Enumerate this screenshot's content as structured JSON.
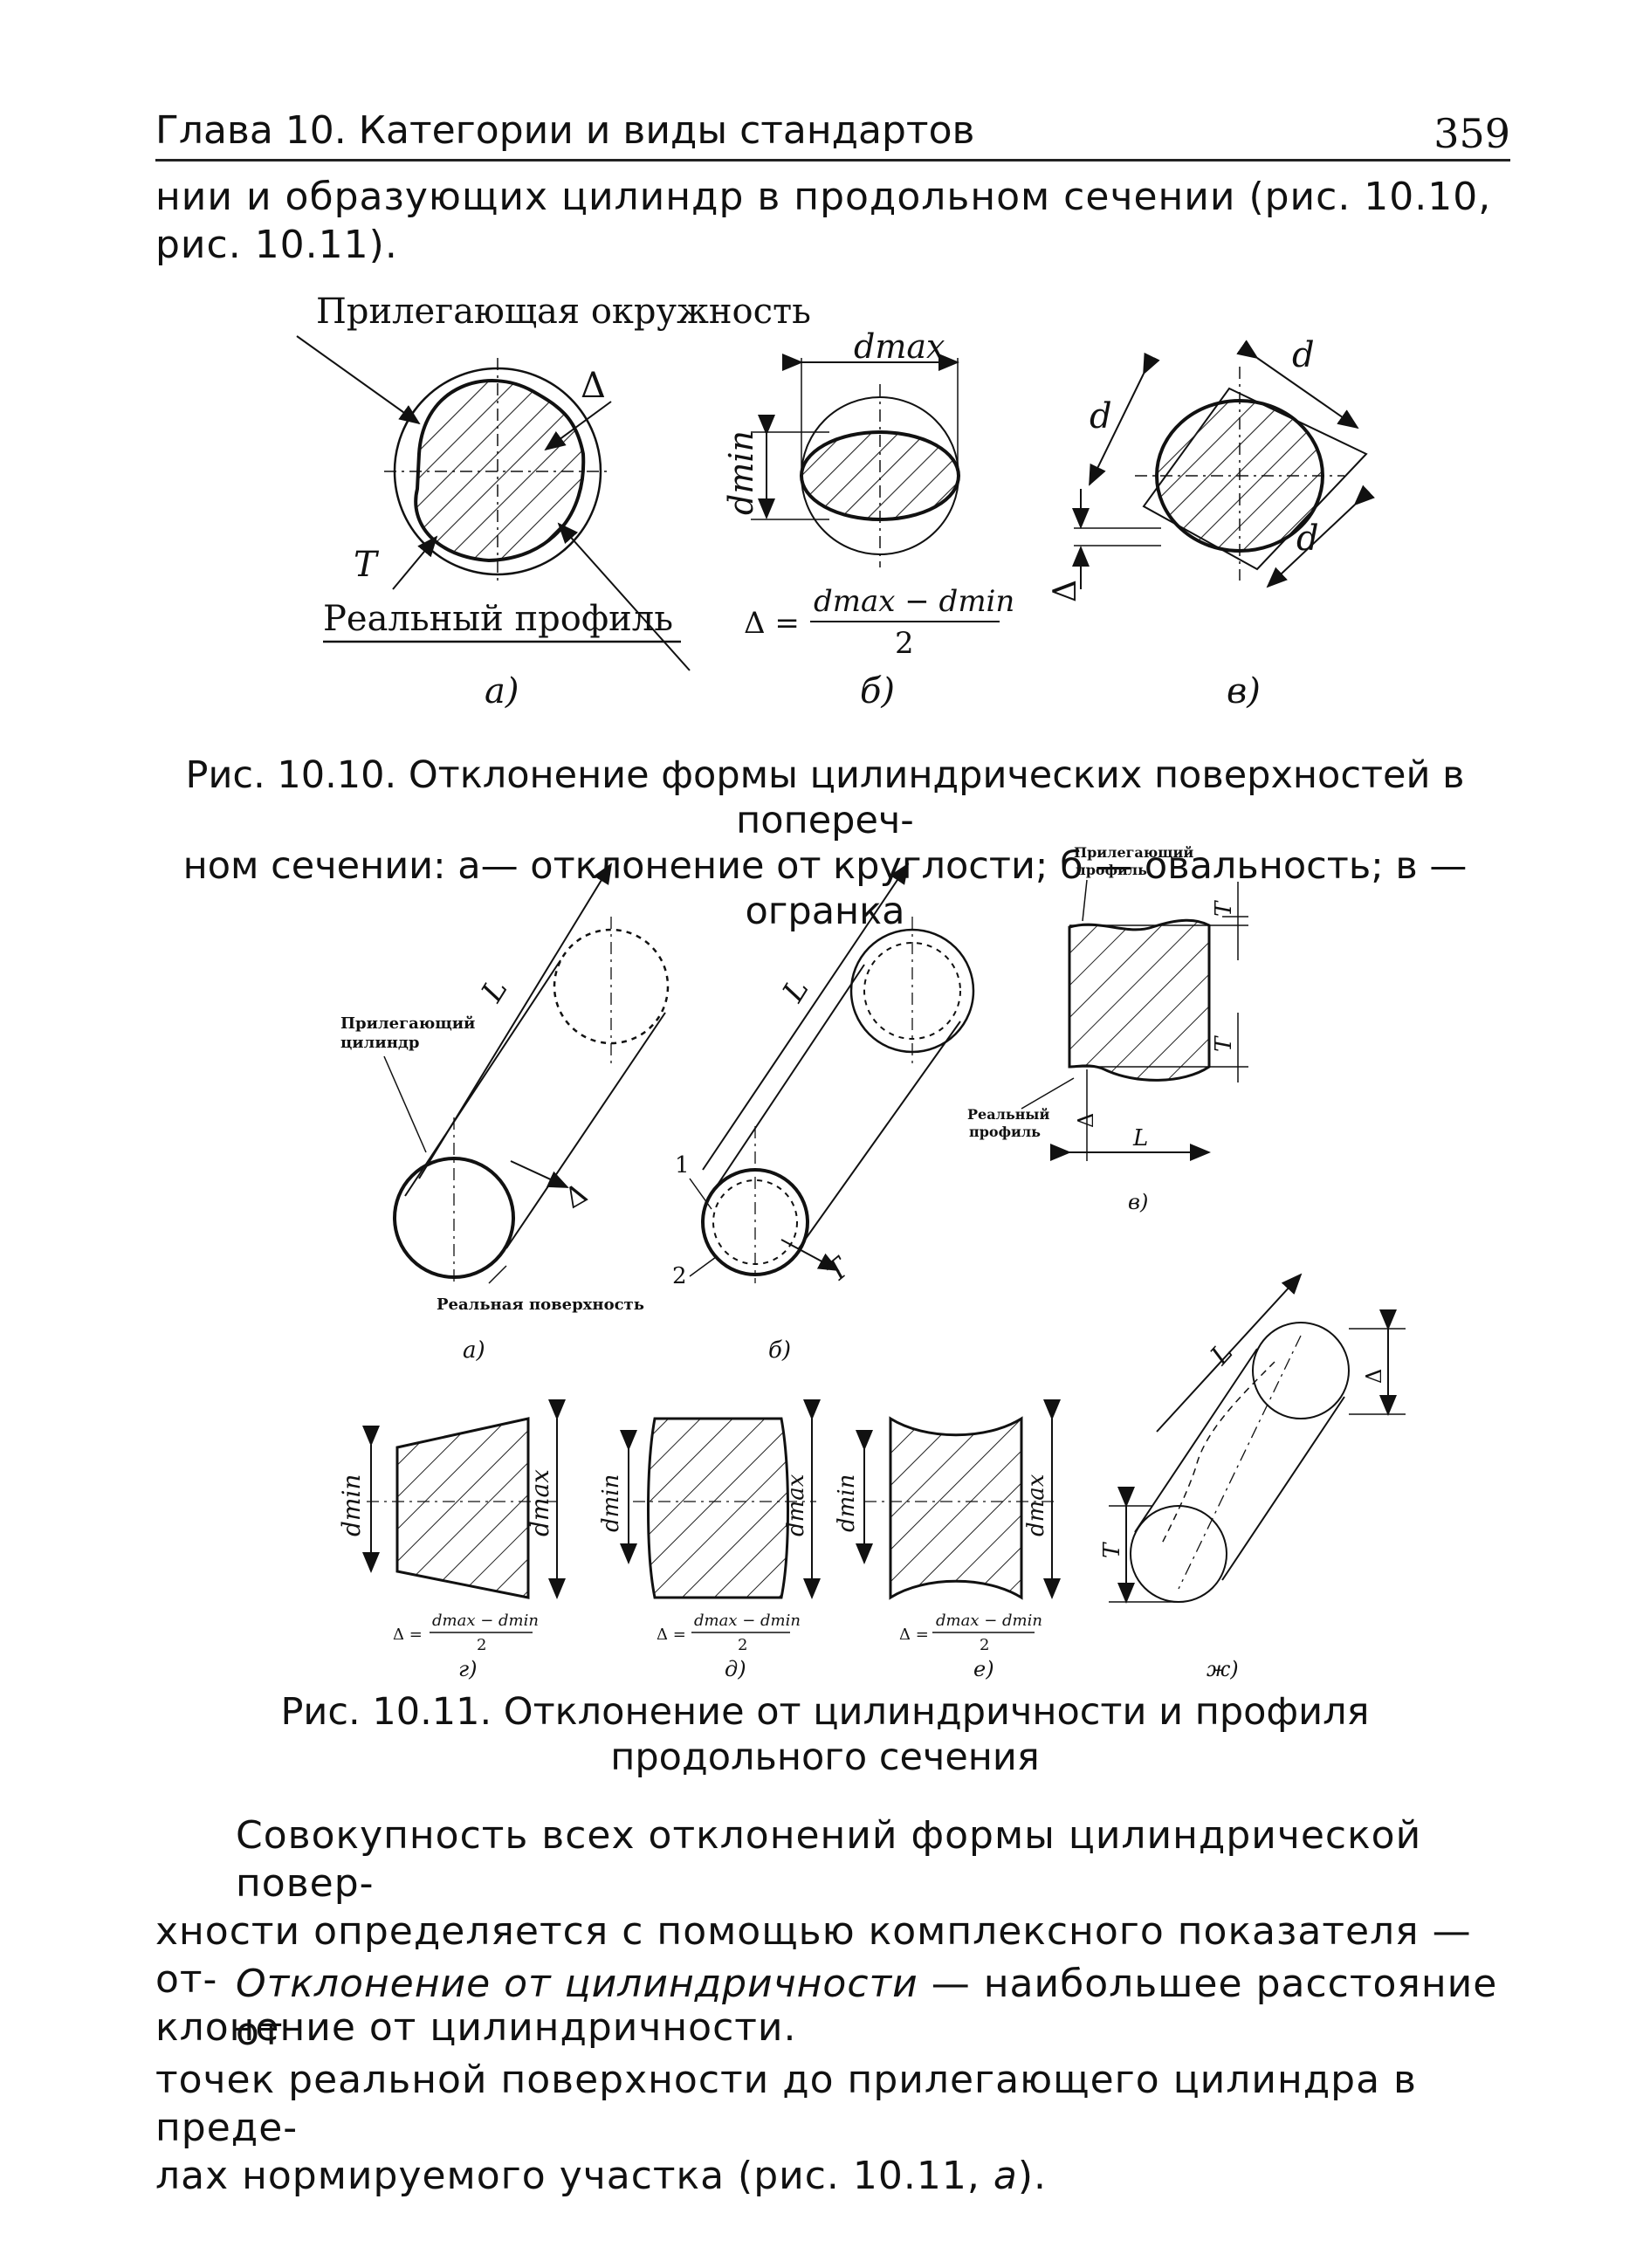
{
  "header": {
    "title": "Глава 10. Категории и виды стандартов",
    "page_number": "359"
  },
  "intro_text": {
    "line1": "нии и образующих цилиндр в продольном сечении (рис. 10.10,",
    "line2": "рис. 10.11)."
  },
  "figure_1010": {
    "label_adjacent_circle": "Прилегающая окружность",
    "label_real_profile": "Реальный профиль",
    "sym_delta": "Δ",
    "sym_T": "T",
    "sym_dmax": "dmax",
    "sym_dmin": "dmin",
    "sym_d": "d",
    "formula_prefix": "Δ =",
    "formula_numerator": "dmax − dmin",
    "formula_denominator": "2",
    "sub_a": "а)",
    "sub_b": "б)",
    "sub_v": "в)",
    "caption_line1": "Рис. 10.10. Отклонение формы цилиндрических поверхностей в попереч-",
    "caption_line2": "ном сечении: а— отклонение от круглости; б — овальность; в — огранка"
  },
  "figure_1011": {
    "label_adjacent_cylinder_1": "Прилегающий",
    "label_adjacent_cylinder_2": "цилиндр",
    "label_real_surface": "Реальная поверхность",
    "label_adjacent_profile_1": "Прилегающий",
    "label_adjacent_profile_2": "профиль",
    "label_real_profile_1": "Реальный",
    "label_real_profile_2": "профиль",
    "sym_L": "L",
    "sym_T": "T",
    "sym_delta": "Δ",
    "sym_1": "1",
    "sym_2": "2",
    "sym_dmin": "dmin",
    "sym_dmax": "dmax",
    "formula": "Δ = (dmax − dmin)/2",
    "formula_prefix": "Δ =",
    "formula_numerator": "dmax − dmin",
    "formula_denominator": "2",
    "sub_a": "а)",
    "sub_b": "б)",
    "sub_v": "в)",
    "sub_g": "г)",
    "sub_d": "д)",
    "sub_e": "е)",
    "sub_zh": "ж)",
    "caption_line1": "Рис. 10.11. Отклонение от цилиндричности и профиля",
    "caption_line2": "продольного сечения"
  },
  "body": {
    "para1_line1": "Совокупность всех отклонений формы цилиндрической повер-",
    "para1_line2": "хности определяется с помощью комплексного показателя — от-",
    "para1_line3": "клонение от цилиндричности.",
    "para2_term": "Отклонение от цилиндричности",
    "para2_line1_rest": " — наибольшее расстояние от",
    "para2_line2": "точек реальной поверхности до прилегающего цилиндра в преде-",
    "para2_line3_a": "лах нормируемого участка (рис. 10.11, ",
    "para2_line3_it": "а",
    "para2_line3_b": ")."
  }
}
